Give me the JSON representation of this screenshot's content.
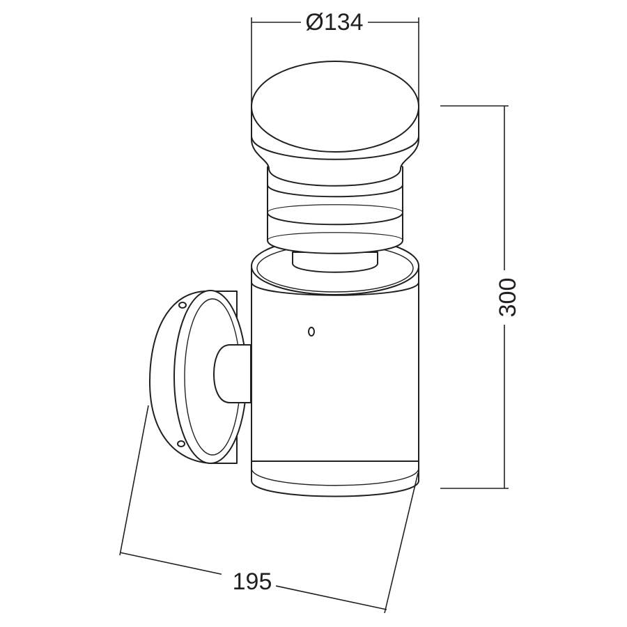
{
  "dimensions": {
    "diameter": "Ø134",
    "height": "300",
    "depth": "195"
  },
  "colors": {
    "line": "#231f20",
    "background": "#ffffff"
  }
}
